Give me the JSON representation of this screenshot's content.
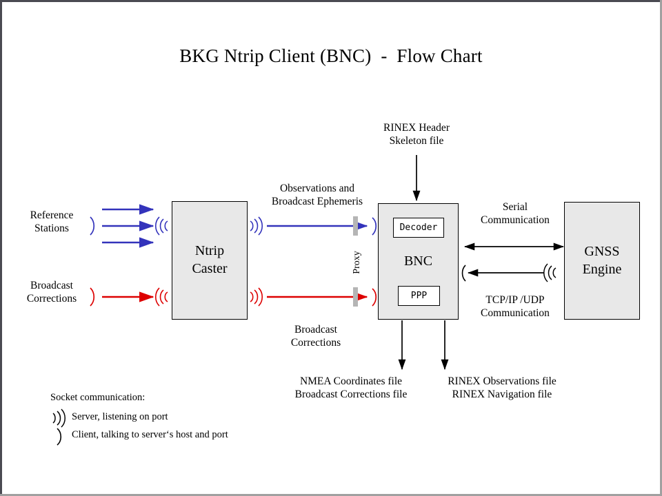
{
  "page": {
    "title": "BKG Ntrip Client (BNC)  -  Flow Chart",
    "frame_border_dark": "#4a4a52",
    "frame_border_light": "#a0a0a0",
    "background": "#ffffff"
  },
  "colors": {
    "observation_flow": "#3333bb",
    "correction_flow": "#dd0000",
    "node_fill": "#e8e8e8",
    "node_stroke": "#000000",
    "proxy_bar": "#b5b5b5"
  },
  "nodes": {
    "ntrip_caster": {
      "label": "Ntrip\nCaster"
    },
    "bnc": {
      "label": "BNC",
      "decoder": "Decoder",
      "ppp": "PPP"
    },
    "gnss_engine": {
      "label": "GNSS\nEngine"
    }
  },
  "sources": {
    "reference_stations": "Reference\nStations",
    "broadcast_corrections": "Broadcast\nCorrections"
  },
  "edge_labels": {
    "observations_ephemeris": "Observations and\nBroadcast Ephemeris",
    "broadcast_corrections": "Broadcast\nCorrections",
    "proxy": "Proxy",
    "rinex_header_skeleton": "RINEX Header\nSkeleton file",
    "serial_communication": "Serial\nCommunication",
    "tcp_ip_udp_communication": "TCP/IP /UDP\nCommunication"
  },
  "outputs": {
    "nmea_files": "NMEA Coordinates file\nBroadcast Corrections file",
    "rinex_files": "RINEX Observations file\nRINEX Navigation file"
  },
  "legend": {
    "title": "Socket communication:",
    "server_symbol": "server-socket-icon",
    "server_text": "Server, listening  on port",
    "client_symbol": "client-socket-icon",
    "client_text": "Client, talking to server‘s  host and port"
  }
}
